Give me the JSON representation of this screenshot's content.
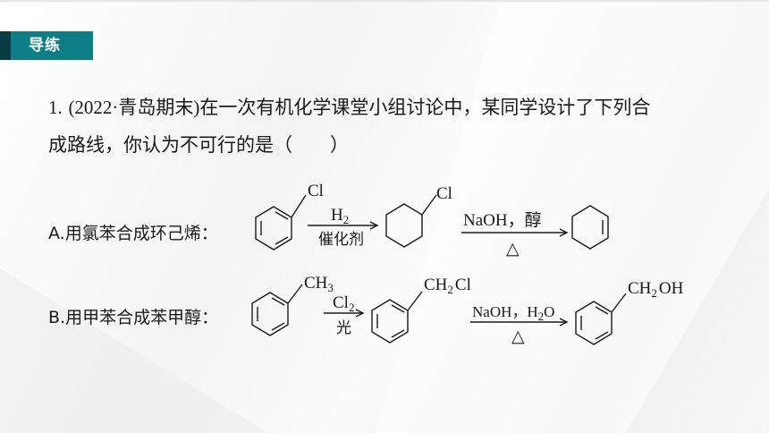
{
  "section_tag": "导练",
  "question": {
    "number": "1.",
    "source": "(2022·青岛期末)",
    "text_line1": "在一次有机化学课堂小组讨论中，某同学设计了下列合",
    "text_line2": "成路线，你认为不可行的是（　　）"
  },
  "option_a": {
    "label": "A.用氯苯合成环己烯：",
    "start_sub": "Cl",
    "step1_top": "H",
    "step1_top_sub": "2",
    "step1_bottom": "催化剂",
    "mid_sub": "Cl",
    "step2_top": "NaOH，醇",
    "step2_bottom": "△"
  },
  "option_b": {
    "label": "B.用甲苯合成苯甲醇：",
    "start_sub": "CH",
    "start_sub_n": "3",
    "step1_top": "Cl",
    "step1_top_sub": "2",
    "step1_bottom": "光",
    "mid_sub": "CH",
    "mid_sub_n": "2",
    "mid_sub_tail": "Cl",
    "step2_top": "NaOH，H",
    "step2_top_sub": "2",
    "step2_top_tail": "O",
    "step2_bottom": "△",
    "end_sub": "CH",
    "end_sub_n": "2",
    "end_sub_tail": "OH"
  }
}
